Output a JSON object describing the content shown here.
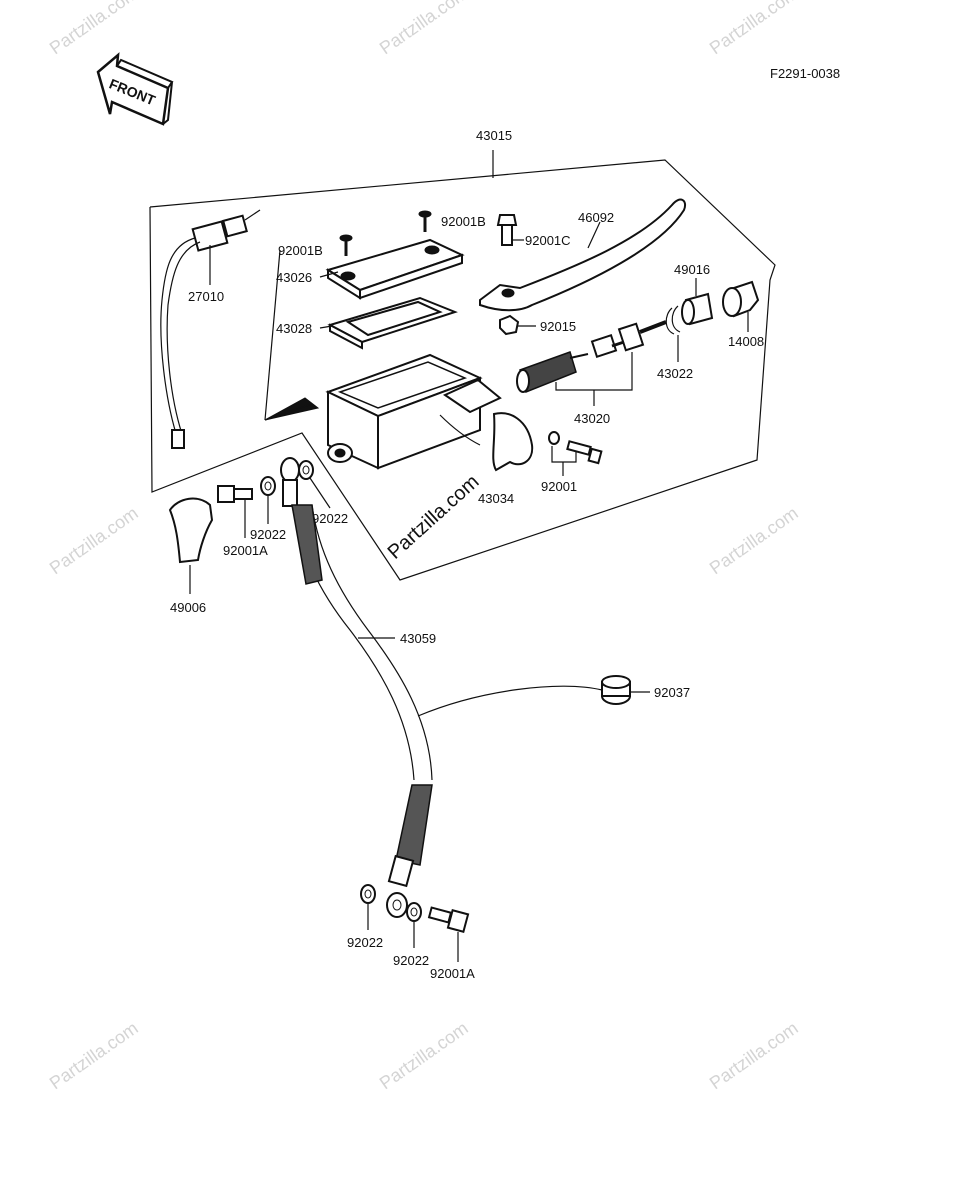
{
  "diagram_id": "F2291-0038",
  "front_label": "FRONT",
  "watermark": "Partzilla.com",
  "callouts": {
    "p43015": "43015",
    "p27010": "27010",
    "p92001B_a": "92001B",
    "p92001B_b": "92001B",
    "p92001C": "92001C",
    "p46092": "46092",
    "p43026": "43026",
    "p43028": "43028",
    "p92015": "92015",
    "p49016": "49016",
    "p14008": "14008",
    "p43022": "43022",
    "p43020": "43020",
    "p92001": "92001",
    "p43034": "43034",
    "p92022_a": "92022",
    "p92022_b": "92022",
    "p92001A_a": "92001A",
    "p49006": "49006",
    "p43059": "43059",
    "p92037": "92037",
    "p92022_c": "92022",
    "p92022_d": "92022",
    "p92001A_b": "92001A"
  }
}
